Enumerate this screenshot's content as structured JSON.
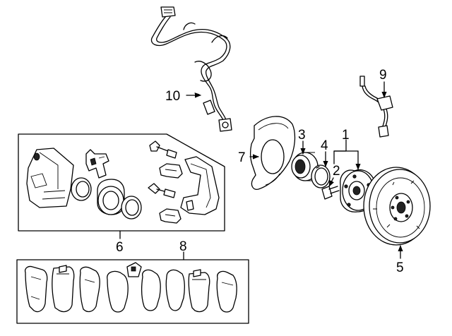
{
  "callouts": {
    "c1": "1",
    "c2": "2",
    "c3": "3",
    "c4": "4",
    "c5": "5",
    "c6": "6",
    "c7": "7",
    "c8": "8",
    "c9": "9",
    "c10": "10"
  },
  "icons": [
    "abs-wire-harness-icon",
    "abs-sensor-icon",
    "dust-shield-icon",
    "wheel-bearing-icon",
    "snap-ring-icon",
    "hub-bolt-icon",
    "hub-icon",
    "brake-rotor-icon",
    "caliper-icon",
    "brake-pad-icon"
  ]
}
